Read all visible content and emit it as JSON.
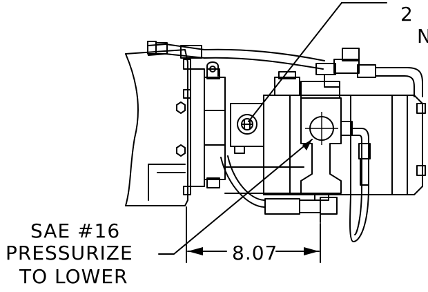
{
  "callout_top_right": {
    "line1": "2",
    "line2": "N"
  },
  "port_callout": {
    "line1": "SAE #16",
    "line2": "PRESSURIZE",
    "line3": "TO LOWER"
  },
  "dimension": {
    "value": "8.07"
  }
}
